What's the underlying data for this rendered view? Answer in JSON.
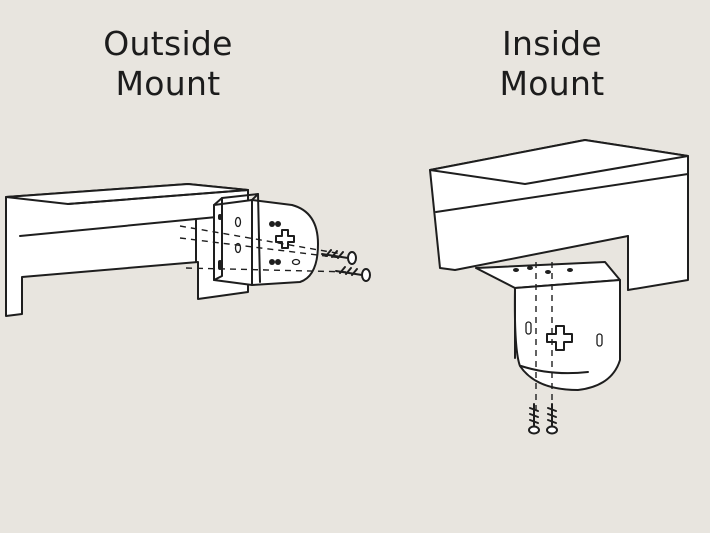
{
  "outside_mount": {
    "line1": "Outside",
    "line2": "Mount"
  },
  "inside_mount": {
    "line1": "Inside",
    "line2": "Mount"
  },
  "colors": {
    "background": "#e8e5df",
    "line": "#1e1e1e",
    "fill": "#ffffff"
  }
}
